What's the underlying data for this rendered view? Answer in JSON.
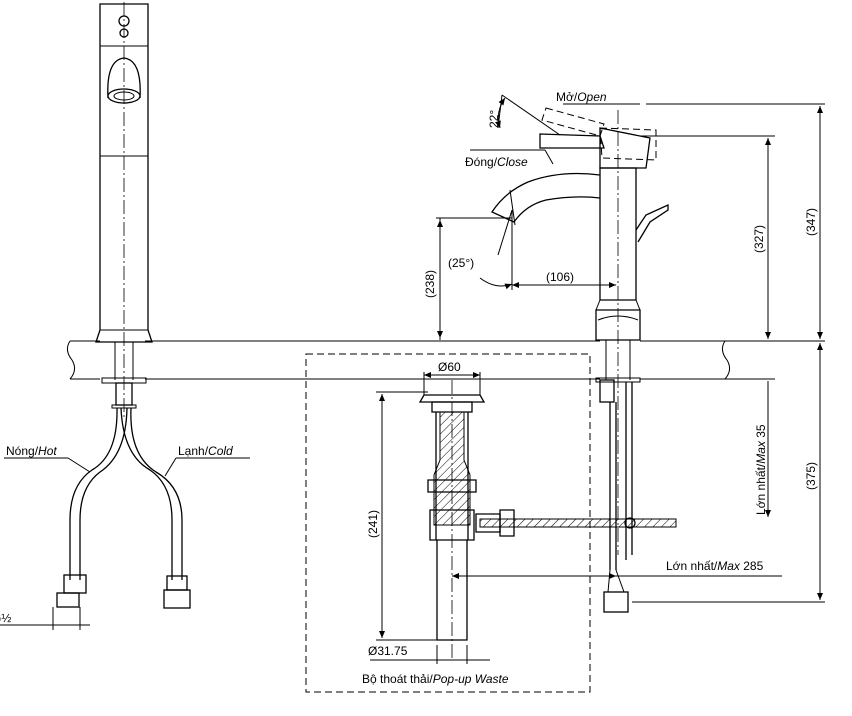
{
  "labels": {
    "open": "Mở/",
    "open_en": "Open",
    "close": "Đóng/",
    "close_en": "Close",
    "hot": "Nóng/",
    "hot_en": "Hot",
    "cold": "Lạnh/",
    "cold_en": "Cold",
    "max35": "Lớn nhất/",
    "max35_en": "Max",
    "max35_val": " 35",
    "max285": "Lớn nhất/",
    "max285_en": "Max",
    "max285_val": " 285",
    "waste": "Bộ thoát thải/",
    "waste_en": "Pop-up Waste",
    "thread": "G½"
  },
  "dimensions": {
    "angle_22": "22°",
    "angle_25": "(25°)",
    "d238": "(238)",
    "d106": "(106)",
    "d327": "(327)",
    "d347": "(347)",
    "d375": "(375)",
    "d241": "(241)",
    "dia60": "Ø60",
    "dia3175": "Ø31.75"
  }
}
